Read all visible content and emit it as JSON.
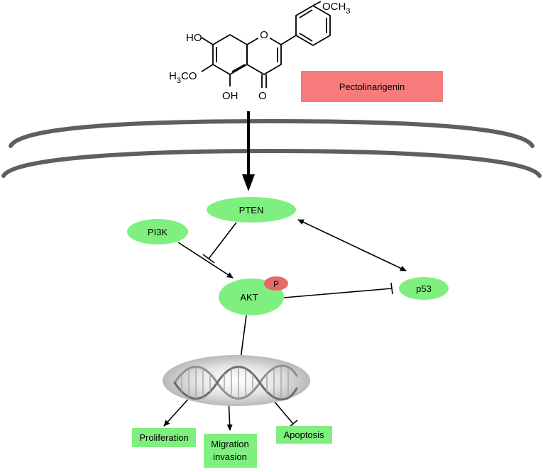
{
  "compound": {
    "name": "Pectolinarigenin",
    "substituents": {
      "hydroxyl_7": "HO",
      "methoxy_6_prefix": "H",
      "methoxy_6_subscript": "3",
      "methoxy_6_suffix": "CO",
      "hydroxyl_5": "OH",
      "carbonyl": "O",
      "ring_oxygen": "O",
      "methoxy_4p_prefix": "OCH",
      "methoxy_4p_subscript": "3"
    }
  },
  "nodes": {
    "pten": "PTEN",
    "pi3k": "PI3K",
    "akt": "AKT",
    "phospho": "P",
    "p53": "p53"
  },
  "outcomes": {
    "proliferation": "Proliferation",
    "migration_line1": "Migration",
    "migration_line2": "invasion",
    "apoptosis": "Apoptosis"
  },
  "colors": {
    "node_green": "#7FEF7F",
    "compound_box": "#F77B7B",
    "phospho_red": "#E8696B",
    "membrane": "#5f5f5f"
  }
}
